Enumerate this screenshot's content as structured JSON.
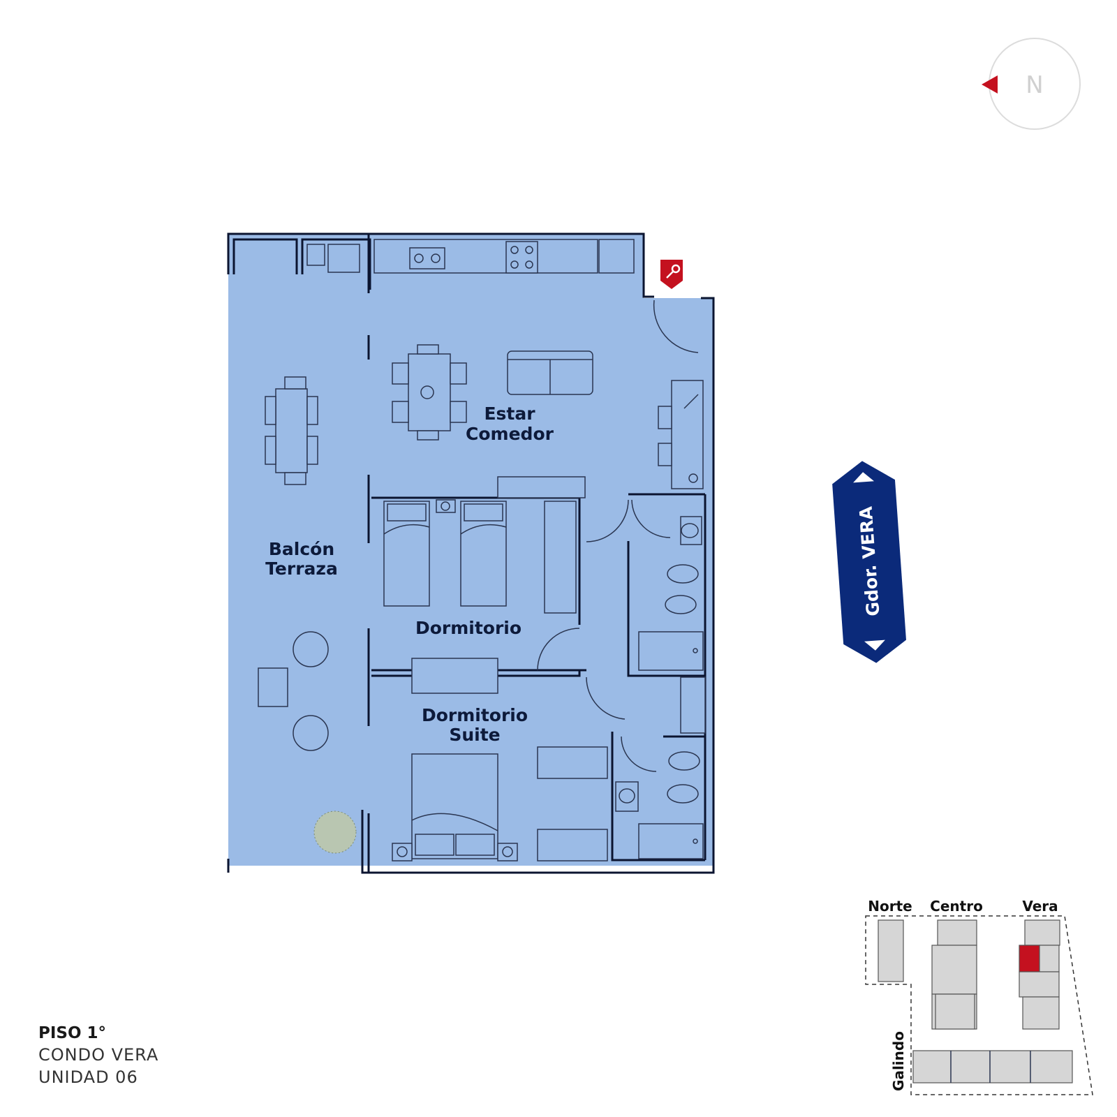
{
  "compass": {
    "label": "N"
  },
  "rooms": {
    "estar": [
      "Estar",
      "Comedor"
    ],
    "balcon": [
      "Balcón",
      "Terraza"
    ],
    "dormitorio": [
      "Dormitorio"
    ],
    "suite": [
      "Dormitorio",
      "Suite"
    ]
  },
  "street": {
    "label": "Gdor. VERA"
  },
  "key_plan": {
    "labels": {
      "norte": "Norte",
      "centro": "Centro",
      "vera": "Vera",
      "galindo": "Galindo"
    },
    "highlight_color": "#c4111f"
  },
  "unit_info": {
    "floor": "PISO 1°",
    "building": "CONDO VERA",
    "unit": "UNIDAD 06"
  },
  "colors": {
    "floor_fill": "#9bbbe6",
    "wall": "#0b1430",
    "accent_red": "#c4111f",
    "street_sign": "#0b2a7a"
  },
  "icons": [
    "key-icon",
    "compass-arrow-icon",
    "arrow-up-icon",
    "arrow-down-icon"
  ]
}
